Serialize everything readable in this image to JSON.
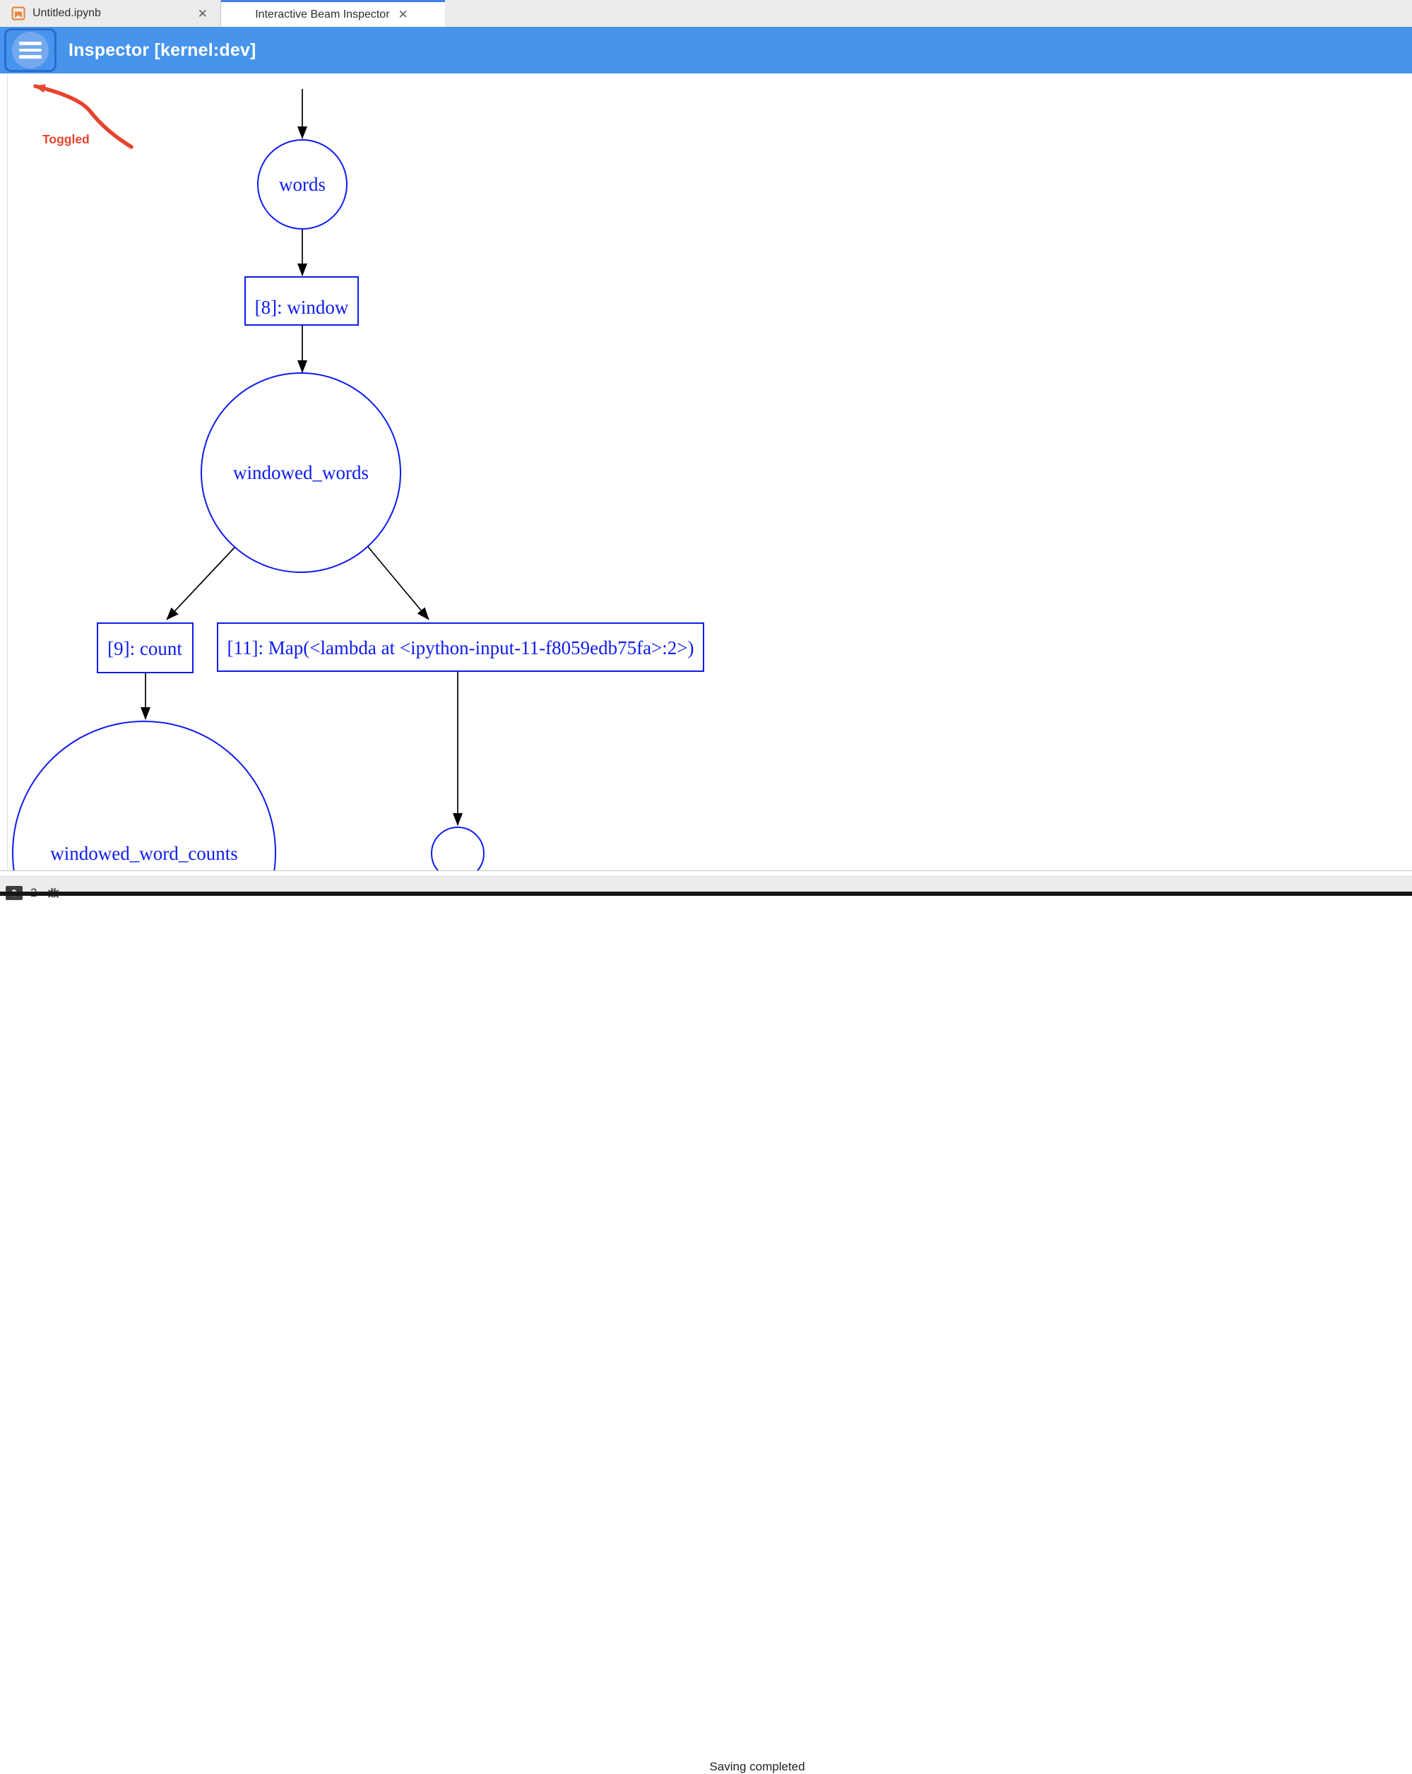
{
  "tabs": [
    {
      "label": "Untitled.ipynb",
      "close_glyph": "✕",
      "active": false
    },
    {
      "label": "Interactive Beam Inspector",
      "close_glyph": "✕",
      "active": true
    }
  ],
  "header": {
    "title": "Inspector [kernel:dev]",
    "menu_icon": "hamburger-icon"
  },
  "annotation": {
    "label": "Toggled",
    "color": "#e8432d"
  },
  "diagram": {
    "type": "pipeline-graph",
    "nodes": [
      {
        "id": "words",
        "shape": "circle",
        "label": "words"
      },
      {
        "id": "window",
        "shape": "box",
        "label": "[8]: window"
      },
      {
        "id": "windowed_words",
        "shape": "circle",
        "label": "windowed_words"
      },
      {
        "id": "count",
        "shape": "box",
        "label": "[9]: count"
      },
      {
        "id": "map",
        "shape": "box",
        "label": "[11]: Map(<lambda at <ipython-input-11-f8059edb75fa>:2>)"
      },
      {
        "id": "windowed_word_counts",
        "shape": "circle",
        "label": "windowed_word_counts"
      },
      {
        "id": "output",
        "shape": "circle",
        "label": ""
      }
    ],
    "edges": [
      "input -> words",
      "words -> window",
      "window -> windowed_words",
      "windowed_words -> count",
      "windowed_words -> map",
      "count -> windowed_word_counts",
      "map -> output"
    ]
  },
  "statusbar": {
    "terminal_prompt": "$",
    "terminal_count": "2",
    "message": "Saving completed"
  },
  "colors": {
    "header_blue": "#4794ec",
    "menu_circle_blue": "#74a9ef",
    "active_tab_border": "#3b82e8",
    "graph_blue": "#0d1bf0",
    "annotation_red": "#e8432d"
  }
}
